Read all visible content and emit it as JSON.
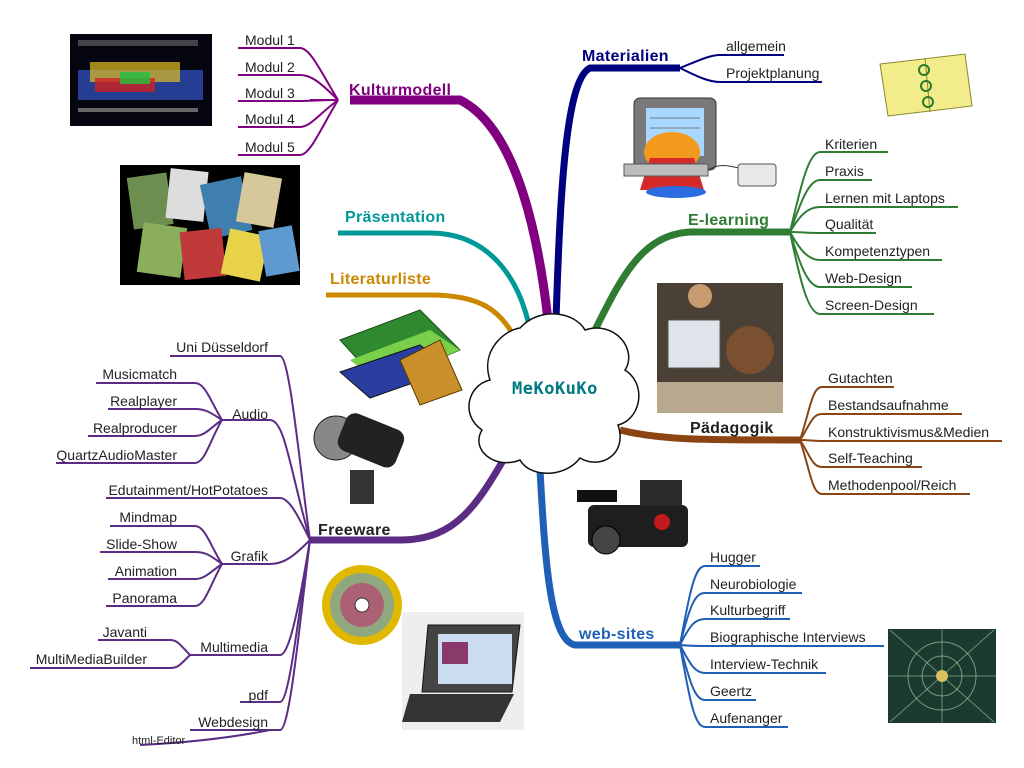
{
  "center": "MeKoKuKo",
  "branches": {
    "kulturmodell": {
      "label": "Kulturmodell",
      "color": "#800080",
      "items": [
        "Modul 1",
        "Modul 2",
        "Modul 3",
        "Modul 4",
        "Modul 5"
      ]
    },
    "materialien": {
      "label": "Materialien",
      "color": "#000080",
      "items": [
        "allgemein",
        "Projektplanung"
      ]
    },
    "praesentation": {
      "label": "Präsentation",
      "color": "#009999"
    },
    "literaturliste": {
      "label": "Literaturliste",
      "color": "#cc8800"
    },
    "elearning": {
      "label": "E-learning",
      "color": "#2e7d32",
      "items": [
        "Kriterien",
        "Praxis",
        "Lernen mit Laptops",
        "Qualität",
        "Kompetenztypen",
        "Web-Design",
        "Screen-Design"
      ]
    },
    "paedagogik": {
      "label": "Pädagogik",
      "color": "#8b4513",
      "items": [
        "Gutachten",
        "Bestandsaufnahme",
        "Konstruktivismus&Medien",
        "Self-Teaching",
        "Methodenpool/Reich"
      ]
    },
    "freeware": {
      "label": "Freeware",
      "color": "#5b2c83",
      "top": "Uni Düsseldorf",
      "audio": {
        "label": "Audio",
        "items": [
          "Musicmatch",
          "Realplayer",
          "Realproducer",
          "QuartzAudioMaster"
        ]
      },
      "edutainment": "Edutainment/HotPotatoes",
      "grafik": {
        "label": "Grafik",
        "items": [
          "Mindmap",
          "Slide-Show",
          "Animation",
          "Panorama"
        ]
      },
      "multimedia": {
        "label": "Multimedia",
        "items": [
          "Javanti",
          "MultiMediaBuilder"
        ]
      },
      "pdf": "pdf",
      "webdesign": {
        "label": "Webdesign",
        "items": [
          "html-Editor"
        ]
      }
    },
    "websites": {
      "label": "web-sites",
      "color": "#1f5fb5",
      "items": [
        "Hugger",
        "Neurobiologie",
        "Kulturbegriff",
        "Biographische Interviews",
        "Interview-Technik",
        "Geertz",
        "Aufenanger"
      ]
    }
  }
}
